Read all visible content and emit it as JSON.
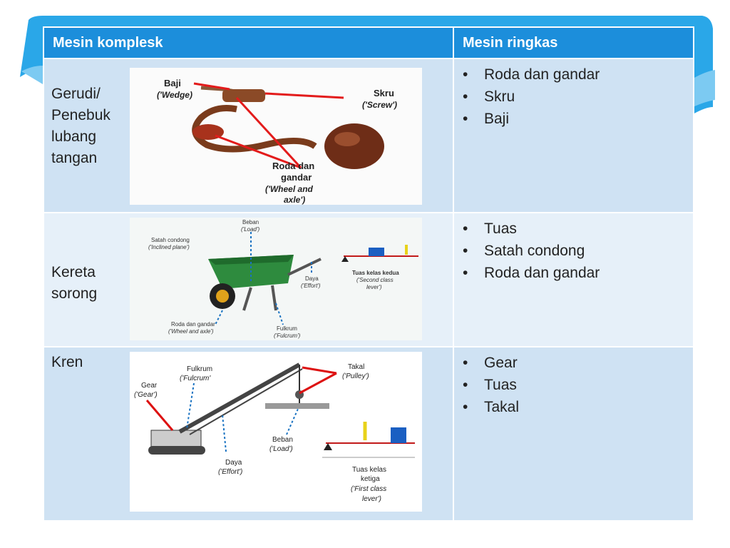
{
  "table": {
    "headers": [
      "Mesin komplesk",
      "Mesin ringkas"
    ],
    "rows": [
      {
        "machine": "Gerudi/\nPenebuk\nlubang\ntangan",
        "simple": [
          "Roda dan gandar",
          "Skru",
          "Baji"
        ],
        "labels": {
          "wedge": "Baji",
          "wedge_en": "('Wedge)",
          "screw": "Skru",
          "screw_en": "('Screw')",
          "wheel1": "Roda dan",
          "wheel2": "gandar",
          "wheel3": "('Wheel and",
          "wheel4": "axle')"
        }
      },
      {
        "machine": "Kereta\nsorong",
        "simple": [
          "Tuas",
          "Satah condong",
          "Roda dan gandar"
        ],
        "labels": {
          "load": "Beban",
          "load_en": "('Load')",
          "incline": "Satah condong",
          "incline_en": "('Inclined plane')",
          "effort": "Daya",
          "effort_en": "('Effort')",
          "wheel": "Roda dan gandar",
          "wheel_en": "('Wheel and axle')",
          "fulcrum": "Fulkrum",
          "fulcrum_en": "('Fulcrum')",
          "lever1": "Tuas kelas kedua",
          "lever2": "('Second class",
          "lever3": "lever')"
        }
      },
      {
        "machine": "Kren",
        "simple": [
          "Gear",
          "Tuas",
          "Takal"
        ],
        "labels": {
          "fulcrum": "Fulkrum",
          "fulcrum_en": "('Fulcrum'",
          "gear": "Gear",
          "gear_en": "('Gear')",
          "pulley": "Takal",
          "pulley_en": "('Pulley')",
          "load": "Beban",
          "load_en": "('Load')",
          "effort": "Daya",
          "effort_en": "('Effort')",
          "lever1": "Tuas kelas",
          "lever2": "ketiga",
          "lever3": "('First class",
          "lever4": "lever')"
        }
      }
    ]
  },
  "colors": {
    "header": "#1c8edb",
    "row_dark": "#cfe2f3",
    "row_light": "#e6f0f9",
    "accent": "#2aa7e8"
  }
}
